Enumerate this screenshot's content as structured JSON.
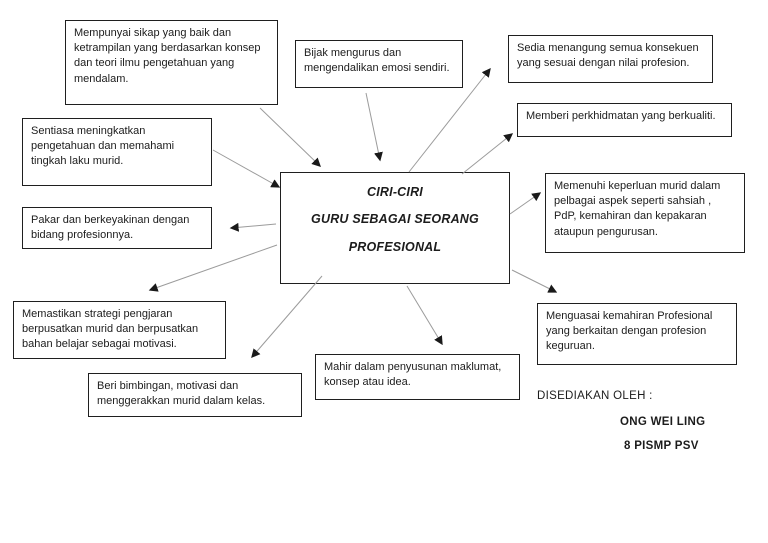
{
  "colors": {
    "background": "#ffffff",
    "box_border": "#1f1f1f",
    "text": "#1c1c1c",
    "connector_line": "#9b9b9b",
    "arrowhead": "#1a1a1a"
  },
  "diagram": {
    "center": {
      "line1": "CIRI-CIRI",
      "line2": "GURU SEBAGAI SEORANG",
      "line3": "PROFESIONAL"
    },
    "nodes": {
      "mempunyai": {
        "label": "Mempunyai sikap yang baik dan ketrampilan yang berdasarkan konsep dan teori ilmu pengetahuan yang mendalam."
      },
      "bijak": {
        "label": "Bijak mengurus dan mengendalikan emosi sendiri."
      },
      "sedia": {
        "label": "Sedia menangung semua konsekuen yang sesuai dengan nilai profesion."
      },
      "memberi": {
        "label": "Memberi perkhidmatan yang berkualiti."
      },
      "sentiasa": {
        "label": "Sentiasa meningkatkan pengetahuan dan memahami tingkah laku murid."
      },
      "memenuhi": {
        "label": "Memenuhi keperluan murid dalam pelbagai aspek seperti sahsiah , PdP, kemahiran dan kepakaran ataupun pengurusan."
      },
      "pakar": {
        "label": "Pakar dan berkeyakinan dengan bidang profesionnya."
      },
      "memastikan": {
        "label": "Memastikan strategi pengjaran berpusatkan murid dan berpusatkan bahan belajar sebagai motivasi."
      },
      "menguasai": {
        "label": "Menguasai kemahiran Profesional yang berkaitan dengan profesion keguruan."
      },
      "mahir": {
        "label": "Mahir dalam penyusunan maklumat, konsep atau idea."
      },
      "beri": {
        "label": "Beri bimbingan, motivasi dan menggerakkan murid dalam kelas."
      }
    },
    "footer": {
      "prepared_by_label": "DISEDIAKAN OLEH :",
      "name": "ONG WEI LING",
      "class_name": "8 PISMP PSV"
    }
  }
}
